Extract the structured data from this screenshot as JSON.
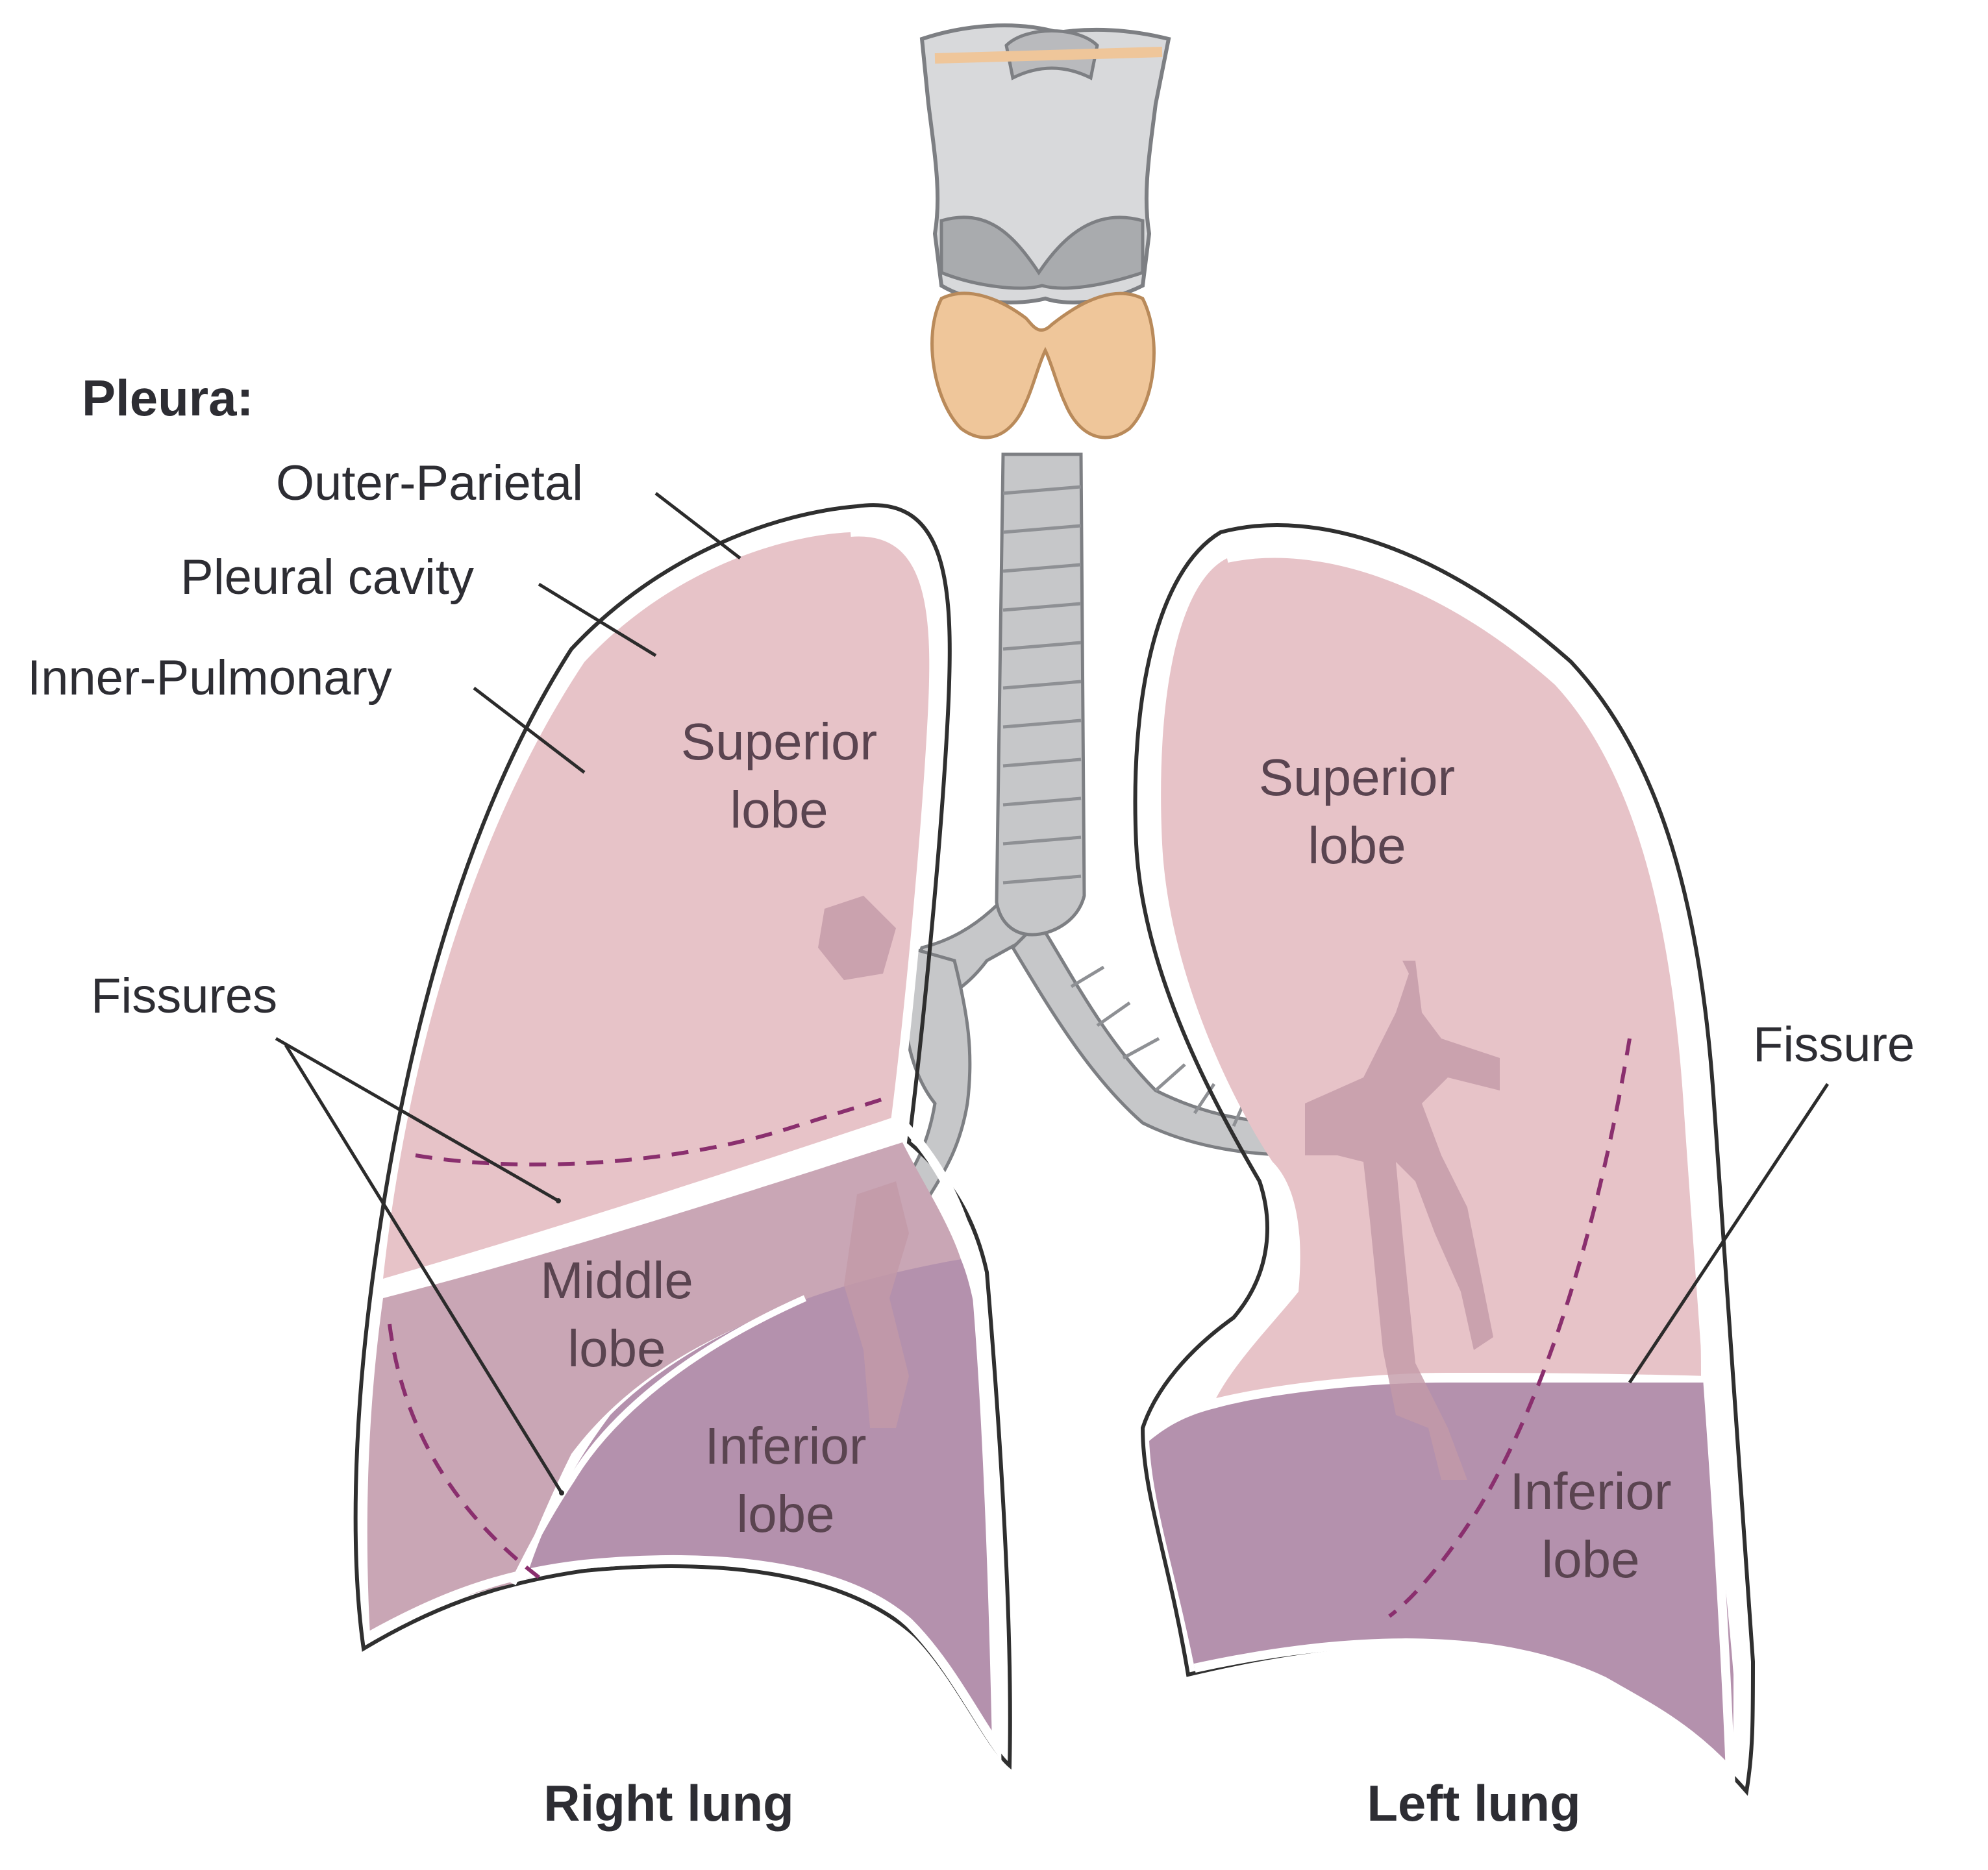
{
  "labels": {
    "pleura_heading": "Pleura:",
    "outer_parietal": "Outer-Parietal",
    "pleural_cavity": "Pleural cavity",
    "inner_pulmonary": "Inner-Pulmonary",
    "fissures": "Fissures",
    "fissure": "Fissure",
    "right_lung": "Right lung",
    "left_lung": "Left lung"
  },
  "right_lung": {
    "superior": [
      "Superior",
      "lobe"
    ],
    "middle": [
      "Middle",
      "lobe"
    ],
    "inferior": [
      "Inferior",
      "lobe"
    ]
  },
  "left_lung": {
    "superior": [
      "Superior",
      "lobe"
    ],
    "inferior": [
      "Inferior",
      "lobe"
    ]
  },
  "colors": {
    "upper_lobe": "#e7c3c8",
    "middle_lobe": "#c9a6b5",
    "inferior_lobe": "#b491ad",
    "trachea": "#c6c7c9",
    "thyroid": "#efc69a",
    "fissure_dash": "#8a2f6e"
  }
}
